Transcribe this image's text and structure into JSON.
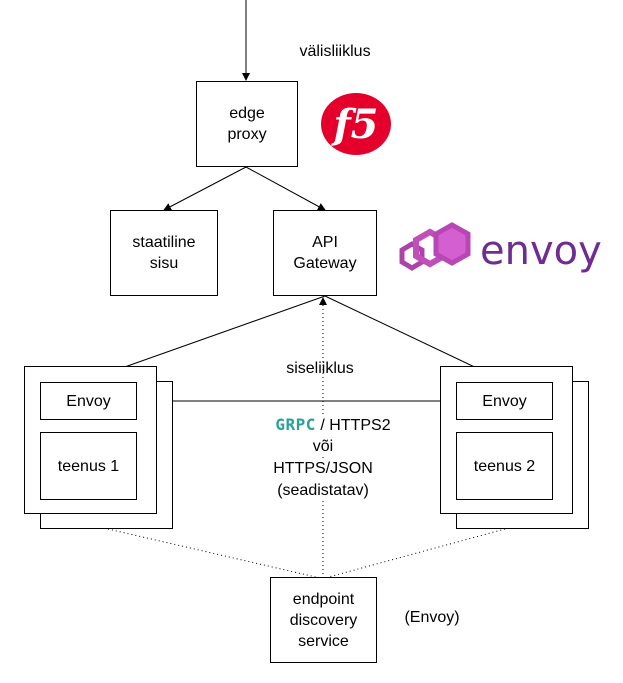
{
  "labels": {
    "external_traffic": "välisliiklus",
    "internal_traffic": "siseliiklus",
    "envoy_note": "(Envoy)"
  },
  "boxes": {
    "edge_proxy": "edge\nproxy",
    "static_content": "staatiline\nsisu",
    "api_gateway": "API\nGateway",
    "envoy_left": "Envoy",
    "service_1": "teenus 1",
    "envoy_right": "Envoy",
    "service_2": "teenus 2",
    "discovery": "endpoint\ndiscovery\nservice"
  },
  "protocol": {
    "grpc_logo": "GRPC",
    "https2": "/ HTTPS2",
    "or": "või",
    "https_json": "HTTPS/JSON",
    "configurable": "(seadistatav)"
  },
  "logos": {
    "f5": "f5",
    "envoy": "envoy"
  },
  "colors": {
    "f5_red": "#e4002b",
    "envoy_purple": "#ac44a8",
    "envoy_text": "#6f2c91",
    "grpc_teal": "#2aa198"
  }
}
